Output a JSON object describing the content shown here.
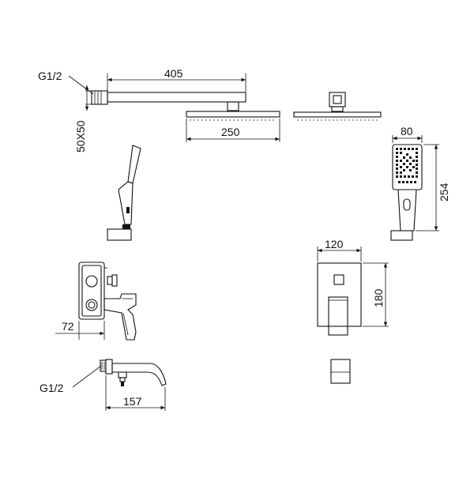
{
  "labels": {
    "thread_top": "G1/2",
    "arm_length": "405",
    "arm_section": "50X50",
    "head_width": "250",
    "hand_width": "80",
    "hand_length": "254",
    "plate_width": "120",
    "plate_height": "180",
    "valve_depth": "72",
    "thread_bottom": "G1/2",
    "spout_length": "157"
  }
}
